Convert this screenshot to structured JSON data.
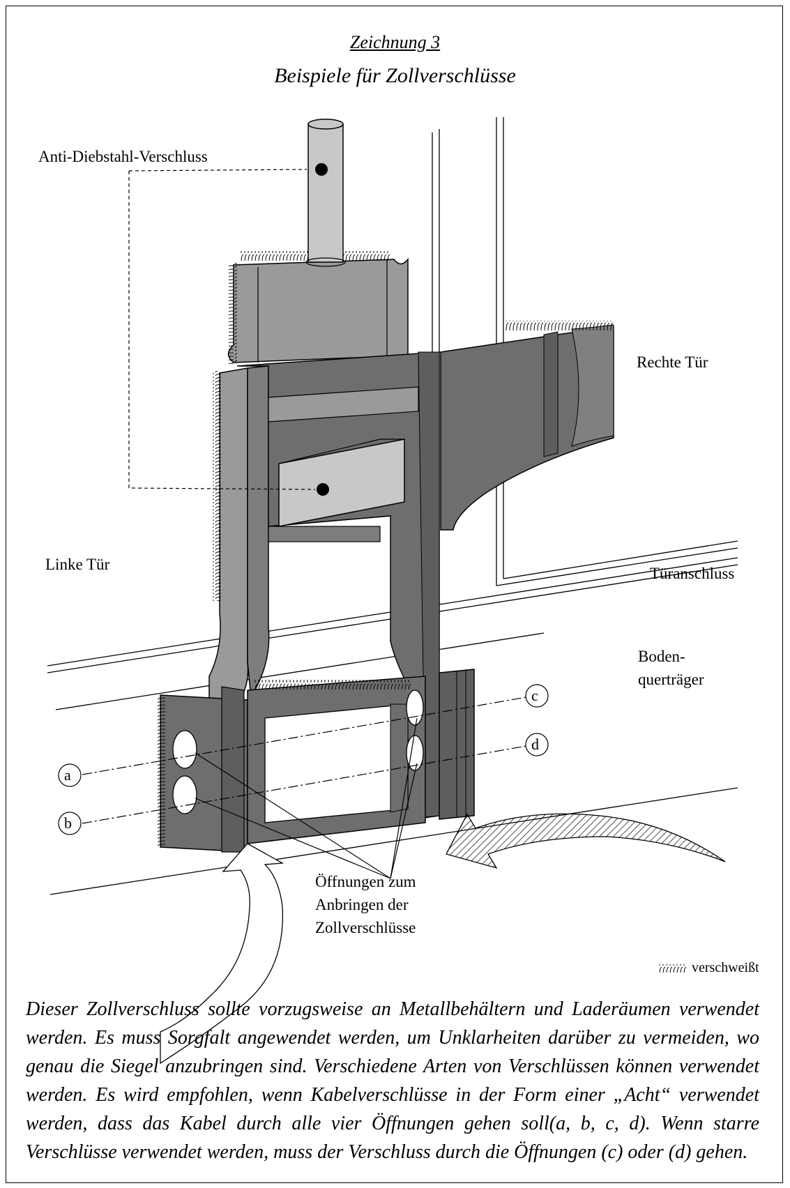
{
  "heading": "Zeichnung 3",
  "subheading": "Beispiele für Zollverschlüsse",
  "labels": {
    "anti_theft": "Anti-Diebstahl-Verschluss",
    "right_door": "Rechte Tür",
    "left_door": "Linke Tür",
    "door_joint": "Türanschluss",
    "crossbeam_line1": "Boden-",
    "crossbeam_line2": "querträger",
    "openings_line1": "Öffnungen zum",
    "openings_line2": "Anbringen der",
    "openings_line3": "Zollverschlüsse",
    "legend_welded": "verschweißt"
  },
  "hole_letters": {
    "a": "a",
    "b": "b",
    "c": "c",
    "d": "d"
  },
  "caption": "Dieser Zollverschluss sollte vorzugsweise an Metallbehältern und Laderäumen verwendet werden. Es muss Sorgfalt angewendet werden, um Unklarheiten darüber zu vermeiden, wo genau die Siegel anzubringen sind. Verschiedene Arten von Verschlüssen können verwendet werden. Es wird empfohlen, wenn Kabelverschlüsse in der Form einer „Acht“ verwendet werden, dass das Kabel durch alle vier Öffnungen gehen soll(a, b, c, d). Wenn starre Verschlüsse verwendet werden, muss der Verschluss durch die Öffnungen (c) oder (d) gehen.",
  "colors": {
    "dark_grey": "#6e6e6e",
    "mid_grey": "#9a9a9a",
    "light_grey": "#c8c8c8",
    "line": "#000000"
  }
}
